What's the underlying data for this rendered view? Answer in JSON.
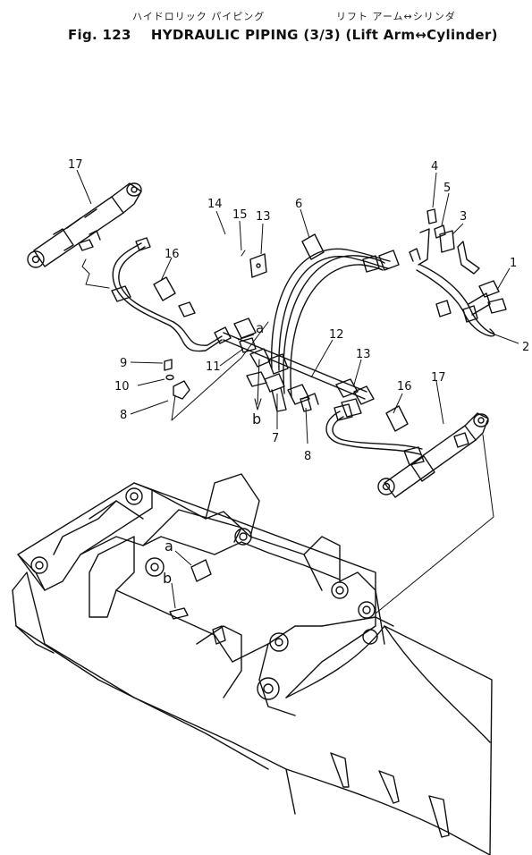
{
  "header": {
    "jp_hydraulic_piping": "ハイドロリック パイピング",
    "jp_lift_arm_cylinder": "リフト アーム↔シリンダ",
    "fig_number": "Fig. 123",
    "title": "HYDRAULIC PIPING",
    "sheet": "(3/3)",
    "subtitle": "(Lift Arm↔Cylinder)"
  },
  "callouts": {
    "n1": "1",
    "n2": "2",
    "n3": "3",
    "n4": "4",
    "n5": "5",
    "n6": "6",
    "n7": "7",
    "n8a": "8",
    "n8b": "8",
    "n9": "9",
    "n10": "10",
    "n11": "11",
    "n12": "12",
    "n13a": "13",
    "n13b": "13",
    "n14": "14",
    "n15": "15",
    "n16a": "16",
    "n16b": "16",
    "n17a": "17",
    "n17b": "17",
    "a1": "a",
    "b1": "b",
    "a2": "a",
    "b2": "b"
  }
}
